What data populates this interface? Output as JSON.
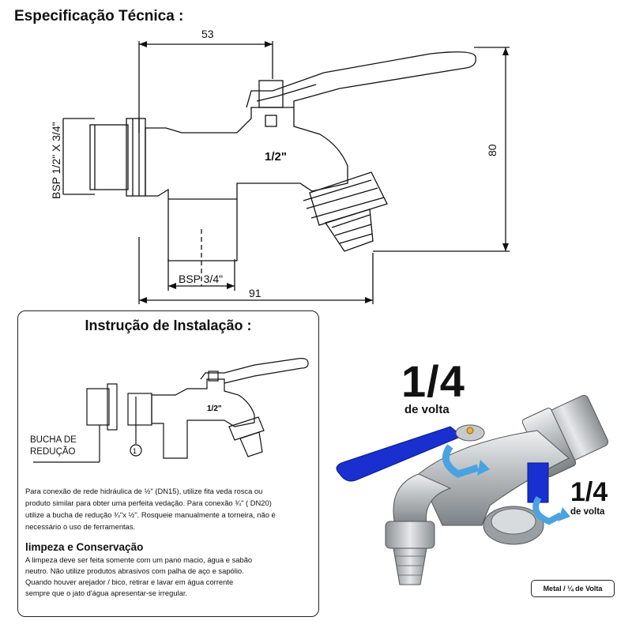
{
  "spec": {
    "title": "Especificação Técnica :",
    "dim_top": "53",
    "dim_height": "80",
    "dim_bottom": "91",
    "dim_side_label": "BSP 1/2\" X 3/4\"",
    "dim_bottom_label": "BSP 3/4\"",
    "size_mark": "1/2\""
  },
  "install": {
    "title": "Instrução de Instalação :",
    "bucha_line1": "BUCHA DE",
    "bucha_line2": "REDUÇÃO",
    "callout": "1",
    "size_mark": "1/2\"",
    "paragraph_lines": [
      "Para conexão de rede hidráulica de ½\" (DN15), utilize fita veda rosca ou",
      "produto similar para obter uma perfeita vedação. Para conexão ¾\" ( DN20)",
      "utilize a bucha de redução ¾\"x ½\".  Rosqueie manualmente a torneira, não é",
      "necessário o uso de ferramentas."
    ]
  },
  "cleaning": {
    "title": "limpeza e Conservação",
    "lines": [
      "A limpeza deve ser feita somente com um pano macio, água e sabão",
      "neutro. Não utilize produtos  abrasivos com palha de aço e sapólio.",
      "Quando houver arejador / bico, retirar e lavar em água corrente",
      "sempre que o jato d'água apresentar-se irregular."
    ]
  },
  "product": {
    "quarter_main": "1/4",
    "quarter_main_sub": "de volta",
    "quarter_second": "1/4",
    "quarter_second_sub": "de volta",
    "badge": "Metal / ¼ de Volta",
    "colors": {
      "handle": "#1a2fd0",
      "arrow": "#4aa3e0",
      "metal": "#c9ccce"
    }
  }
}
